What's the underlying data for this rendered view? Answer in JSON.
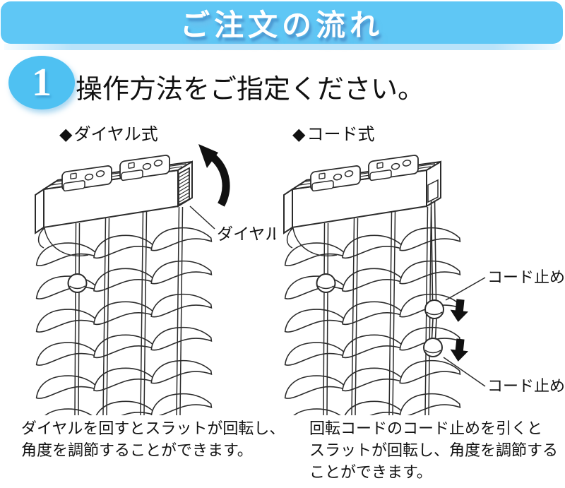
{
  "header": {
    "title": "ご注文の流れ"
  },
  "step": {
    "number": "1",
    "title": "操作方法をご指定ください。"
  },
  "sections": {
    "dial": {
      "bullet": "◆",
      "label": "ダイヤル式",
      "annotation": "ダイヤル",
      "caption": "ダイヤルを回すとスラットが回転し、\n角度を調節することができます。"
    },
    "cord": {
      "bullet": "◆",
      "label": "コード式",
      "annotation_top": "コード止め",
      "annotation_bottom": "コード止め",
      "caption": "回転コードのコード止めを引くと\nスラットが回転し、角度を調節する\nことができます。"
    }
  },
  "colors": {
    "banner_blue": "#5fc7f5",
    "strip_blue": "#b9e3fa",
    "badge_blue": "#4fc1f2",
    "text_black": "#111111",
    "line_art": "#2b2b2b",
    "arrow_black": "#111111"
  }
}
